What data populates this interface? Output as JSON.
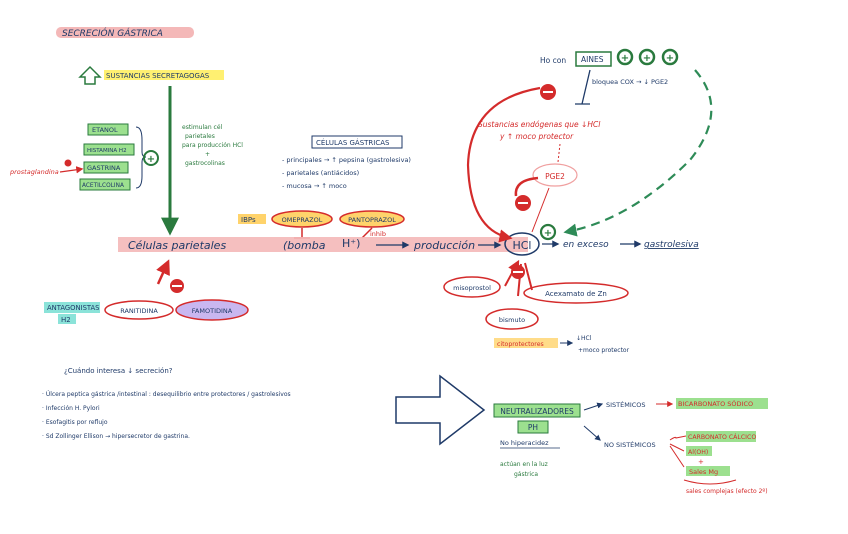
{
  "title": "SECRECIÓN GÁSTRICA",
  "stimuli": {
    "header": "SUSTANCIAS SECRETAGOGAS",
    "items": [
      "ETANOL",
      "HISTAMINA H2",
      "GASTRINA",
      "ACETILCOLINA"
    ],
    "prostaglandin_label": "prostaglandina",
    "note": [
      "estimulan cél",
      "parietales",
      "para producción HCl",
      "+",
      "gastrocolinas"
    ]
  },
  "cells_box": {
    "title": "CÉLULAS GÁSTRICAS",
    "items": [
      "- principales → ↑ pepsina (gastrolesiva)",
      "- parietales (antiácidos)",
      "- mucosa → ↑ moco"
    ]
  },
  "aines": {
    "text": "Ho con",
    "box": "AINES",
    "effect": "bloquea COX → ↓ PGE2",
    "endogenous_1": "Sustancias endógenas que ↓HCl",
    "endogenous_2": "y ↑ moco protector",
    "pge2": "PGE2"
  },
  "ipp": {
    "label": "IBPs",
    "drugs": [
      "OMEPRAZOL",
      "PANTOPRAZOL"
    ],
    "inhibit": "inhib"
  },
  "main_line": {
    "cells": "Células parietales",
    "pump": "(bomba",
    "hplus": "H⁺)",
    "production": "producción",
    "hcl": "HCl",
    "excess": "en exceso",
    "result": "gastrolesiva"
  },
  "antagonists": {
    "label_1": "ANTAGONISTAS",
    "label_2": "H2",
    "drugs": [
      "RANITIDINA",
      "FAMOTIDINA"
    ]
  },
  "protectors": {
    "drugs": [
      "misoprostol",
      "Acexamato de Zn",
      "bismuto"
    ],
    "label": "citoprotectores",
    "effect_1": "↓HCl",
    "effect_2": "+moco protector"
  },
  "question": {
    "heading": "¿Cuándo interesa ↓ secreción?",
    "items": [
      "· Úlcera peptica gástrica /intestinal : desequilibrio entre protectores / gastrolesivos",
      "· Infección H. Pylori",
      "· Esofagitis por reflujo",
      "· Sd Zollinger Ellison → hipersecretor de gastrina."
    ]
  },
  "neutralizers": {
    "box_1": "NEUTRALIZADORES",
    "box_2": "PH",
    "note_1": "No hiperacidez",
    "note_2": "actúan en la luz",
    "note_3": "gástrica",
    "systemic": "SISTÉMICOS",
    "systemic_drug": "BICARBONATO SÓDICO",
    "nonsystemic": "NO SISTÉMICOS",
    "nonsystemic_drugs": [
      "CARBONATO CÁLCICO",
      "Al(OH)",
      "+",
      "Sales Mg"
    ],
    "complex": "sales complejas (efecto 2º)"
  },
  "colors": {
    "navy": "#1f3a68",
    "red": "#d42b2b",
    "green": "#2a7a3e",
    "dashed_green": "#2e8b57",
    "highlight_pink": "#f4b8b8",
    "highlight_green": "#9ce08f",
    "highlight_yellow": "#fff071",
    "highlight_teal": "#8be3d9",
    "highlight_orange": "#ffd36b"
  }
}
